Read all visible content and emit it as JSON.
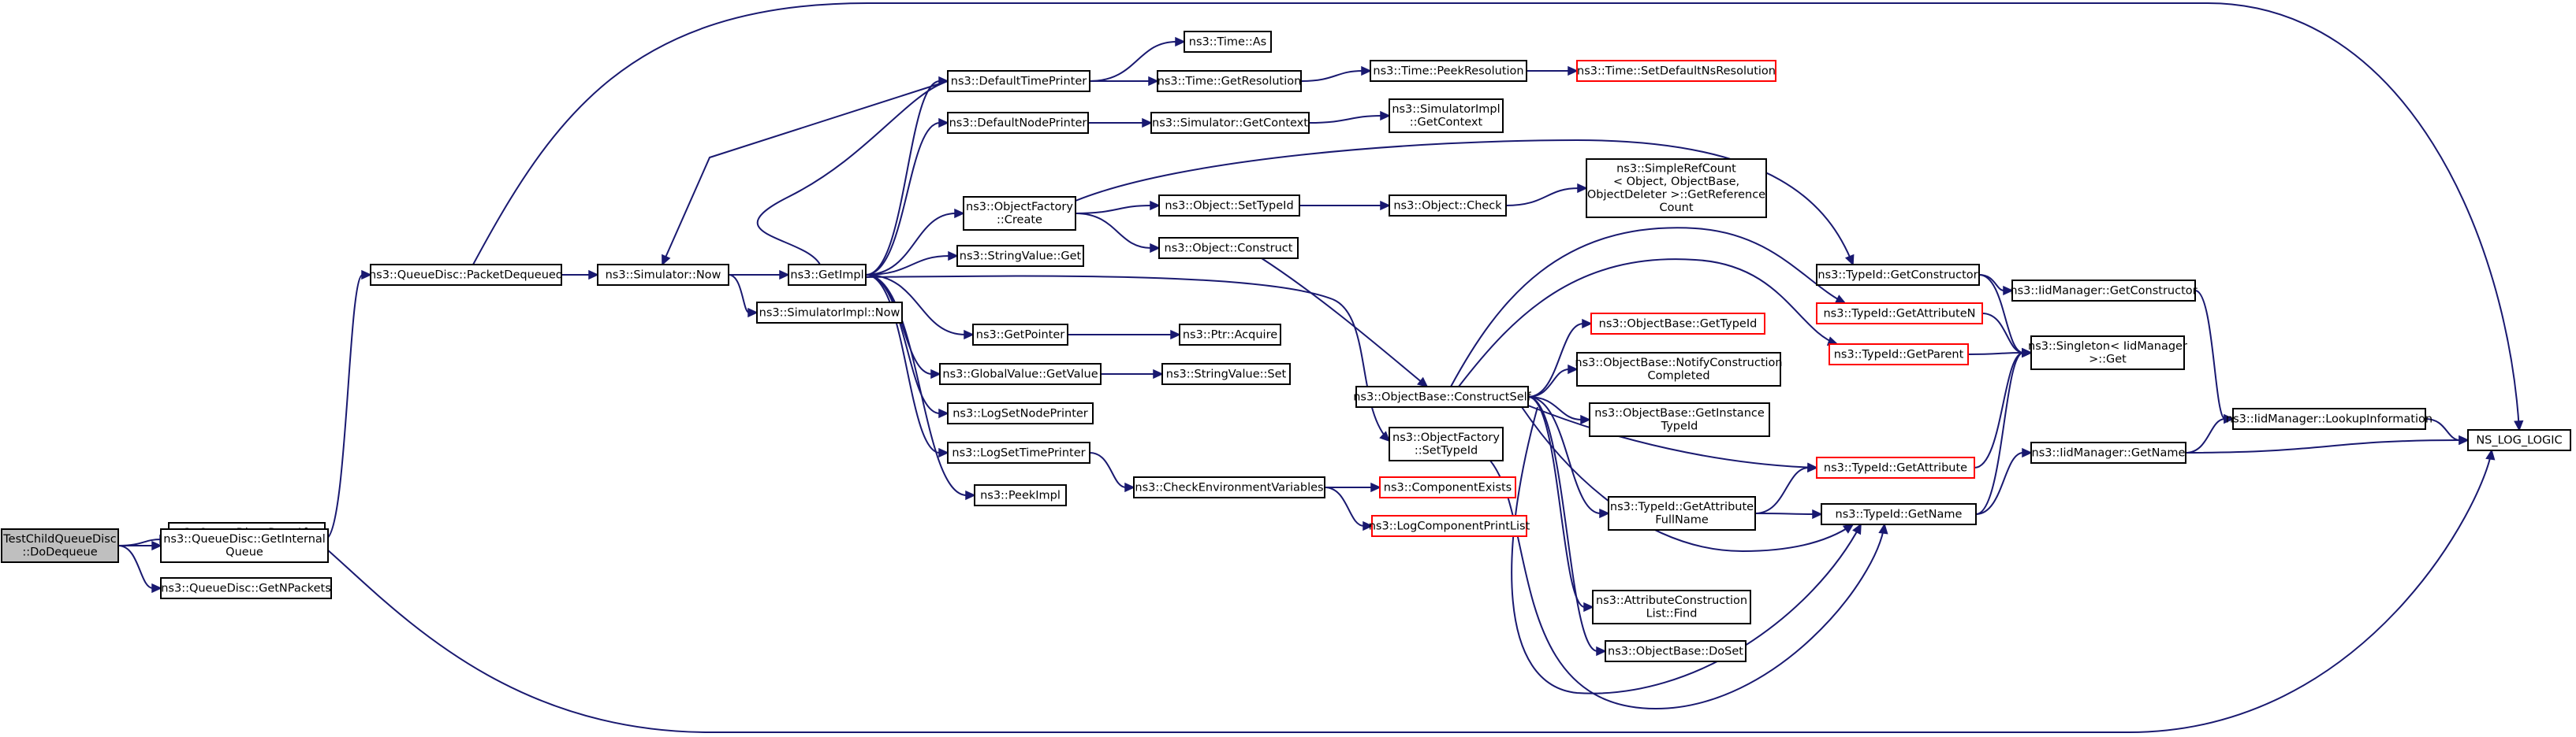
{
  "colors": {
    "edge": "#191970",
    "root_fill": "#bfbfbf",
    "node_fill": "#ffffff",
    "node_border": "#000000",
    "truncated_border": "#ff0000"
  },
  "nodes": [
    {
      "id": "root",
      "lines": [
        "TestChildQueueDisc",
        "::DoDequeue"
      ],
      "root": true
    },
    {
      "id": "dropafter",
      "lines": [
        "ns3::QueueDisc::DropAfter",
        "Dequeue"
      ]
    },
    {
      "id": "getinternal",
      "lines": [
        "ns3::QueueDisc::GetInternal",
        "Queue"
      ]
    },
    {
      "id": "getnpackets",
      "lines": [
        "ns3::QueueDisc::GetNPackets"
      ]
    },
    {
      "id": "packetdequeued",
      "lines": [
        "ns3::QueueDisc::PacketDequeued"
      ]
    },
    {
      "id": "simnow",
      "lines": [
        "ns3::Simulator::Now"
      ]
    },
    {
      "id": "getimpl",
      "lines": [
        "ns3::GetImpl"
      ]
    },
    {
      "id": "simimplnow",
      "lines": [
        "ns3::SimulatorImpl::Now"
      ]
    },
    {
      "id": "deftimeprinter",
      "lines": [
        "ns3::DefaultTimePrinter"
      ]
    },
    {
      "id": "defnodeprinter",
      "lines": [
        "ns3::DefaultNodePrinter"
      ]
    },
    {
      "id": "objfactorycreate",
      "lines": [
        "ns3::ObjectFactory",
        "::Create"
      ]
    },
    {
      "id": "stringvalueget",
      "lines": [
        "ns3::StringValue::Get"
      ]
    },
    {
      "id": "getpointer",
      "lines": [
        "ns3::GetPointer"
      ]
    },
    {
      "id": "globalvalueget",
      "lines": [
        "ns3::GlobalValue::GetValue"
      ]
    },
    {
      "id": "logsetnodeprinter",
      "lines": [
        "ns3::LogSetNodePrinter"
      ]
    },
    {
      "id": "logsettimeprinter",
      "lines": [
        "ns3::LogSetTimePrinter"
      ]
    },
    {
      "id": "peekimpl",
      "lines": [
        "ns3::PeekImpl"
      ]
    },
    {
      "id": "timeas",
      "lines": [
        "ns3::Time::As"
      ]
    },
    {
      "id": "timegetres",
      "lines": [
        "ns3::Time::GetResolution"
      ]
    },
    {
      "id": "simgetcontext",
      "lines": [
        "ns3::Simulator::GetContext"
      ]
    },
    {
      "id": "objsettypeid",
      "lines": [
        "ns3::Object::SetTypeId"
      ]
    },
    {
      "id": "objconstruct",
      "lines": [
        "ns3::Object::Construct"
      ]
    },
    {
      "id": "ptracquire",
      "lines": [
        "ns3::Ptr::Acquire"
      ]
    },
    {
      "id": "stringvalueset",
      "lines": [
        "ns3::StringValue::Set"
      ]
    },
    {
      "id": "checkenv",
      "lines": [
        "ns3::CheckEnvironmentVariables"
      ]
    },
    {
      "id": "timepeekres",
      "lines": [
        "ns3::Time::PeekResolution"
      ]
    },
    {
      "id": "simimplgetcontext",
      "lines": [
        "ns3::SimulatorImpl",
        "::GetContext"
      ]
    },
    {
      "id": "objcheck",
      "lines": [
        "ns3::Object::Check"
      ]
    },
    {
      "id": "objbaseconstructself",
      "lines": [
        "ns3::ObjectBase::ConstructSelf"
      ]
    },
    {
      "id": "objfactorysettypeid",
      "lines": [
        "ns3::ObjectFactory",
        "::SetTypeId"
      ]
    },
    {
      "id": "componentexists",
      "lines": [
        "ns3::ComponentExists"
      ],
      "truncated": true
    },
    {
      "id": "logcomponentprintlist",
      "lines": [
        "ns3::LogComponentPrintList"
      ],
      "truncated": true
    },
    {
      "id": "timesetdefaultns",
      "lines": [
        "ns3::Time::SetDefaultNsResolution"
      ],
      "truncated": true
    },
    {
      "id": "simplerefcount",
      "lines": [
        "ns3::SimpleRefCount",
        "< Object, ObjectBase,",
        "ObjectDeleter >::GetReference",
        "Count"
      ]
    },
    {
      "id": "objbasegettypeid",
      "lines": [
        "ns3::ObjectBase::GetTypeId"
      ],
      "truncated": true
    },
    {
      "id": "objbasenotify",
      "lines": [
        "ns3::ObjectBase::NotifyConstruction",
        "Completed"
      ]
    },
    {
      "id": "objbasegetinstance",
      "lines": [
        "ns3::ObjectBase::GetInstance",
        "TypeId"
      ]
    },
    {
      "id": "typeidgetattrfullname",
      "lines": [
        "ns3::TypeId::GetAttribute",
        "FullName"
      ]
    },
    {
      "id": "attrconstructionfind",
      "lines": [
        "ns3::AttributeConstruction",
        "List::Find"
      ]
    },
    {
      "id": "objbasedoset",
      "lines": [
        "ns3::ObjectBase::DoSet"
      ]
    },
    {
      "id": "typeidgetconstructor",
      "lines": [
        "ns3::TypeId::GetConstructor"
      ]
    },
    {
      "id": "typeidgetattrn",
      "lines": [
        "ns3::TypeId::GetAttributeN"
      ],
      "truncated": true
    },
    {
      "id": "typeidgetparent",
      "lines": [
        "ns3::TypeId::GetParent"
      ],
      "truncated": true
    },
    {
      "id": "typeidgetattr",
      "lines": [
        "ns3::TypeId::GetAttribute"
      ],
      "truncated": true
    },
    {
      "id": "typeidgetname",
      "lines": [
        "ns3::TypeId::GetName"
      ]
    },
    {
      "id": "iidmgrgetconstructor",
      "lines": [
        "ns3::IidManager::GetConstructor"
      ]
    },
    {
      "id": "singletonget",
      "lines": [
        "ns3::Singleton< IidManager",
        ">::Get"
      ]
    },
    {
      "id": "iidmgrgetname",
      "lines": [
        "ns3::IidManager::GetName"
      ]
    },
    {
      "id": "iidmgrlookup",
      "lines": [
        "ns3::IidManager::LookupInformation"
      ]
    },
    {
      "id": "nslog",
      "lines": [
        "NS_LOG_LOGIC"
      ]
    }
  ]
}
